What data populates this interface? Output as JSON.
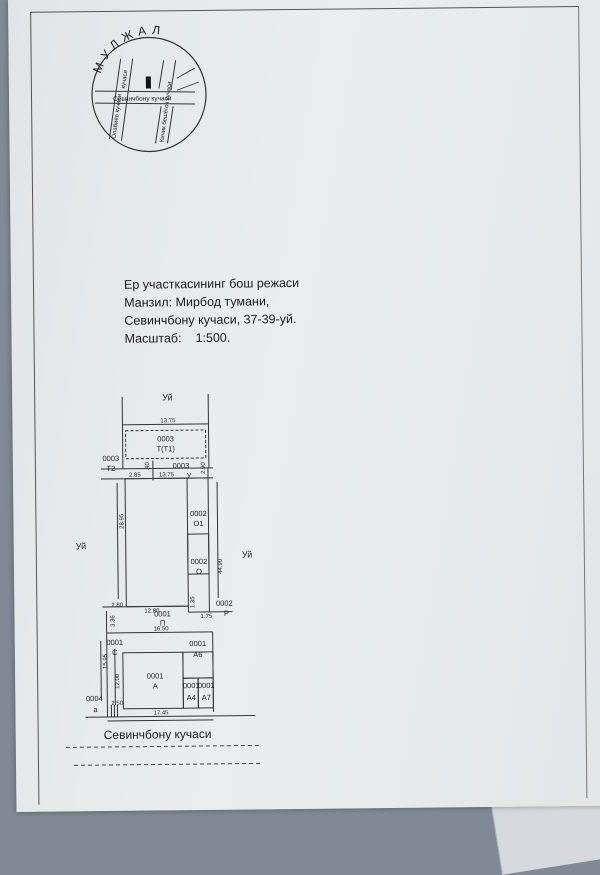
{
  "compass": {
    "title": "МУЛЖАЛ",
    "street_main": "Севинчбону кучаси",
    "street_left_top": "кучаси",
    "street_left_bottom": "Олабиёв кучаси",
    "street_right": "Кичик бешёгоч кучаси"
  },
  "header": {
    "line1": "Ер участкасининг бош режаси",
    "line2": "Манзил: Мирбод тумани,",
    "line3": "Севинчбону кучаси, 37-39-уй.",
    "scale_label": "Масштаб:",
    "scale_value": "1:500."
  },
  "plan": {
    "neighbor_top": "Уй",
    "neighbor_left": "Уй",
    "neighbor_right": "Уй",
    "street_bottom": "Севинчбону кучаси",
    "dims": {
      "top": "13.75",
      "d285": "2.85",
      "d1375": "13.75",
      "d2": ".40",
      "d290": "2.90",
      "d2895": "28.95",
      "d4490": "44.90",
      "d280": "2.80",
      "d1280": "12.80",
      "d135": "1.35",
      "d175": "1.75",
      "d336": "3.36",
      "d1650": "16.50",
      "d1595": "15.95",
      "d1200": "12.00",
      "d250": "2.50",
      "d1745": "17.45"
    },
    "labels": {
      "t1_code": "0003",
      "t1_name": "Т(Т1)",
      "t2_code": "0003",
      "t2_name": "Т2",
      "u_code": "0003",
      "u_name": "У",
      "o1_code": "0002",
      "o1_name": "О1",
      "o_code": "0002",
      "o_name": "О",
      "p_code": "0002",
      "p_name": "Р",
      "pi_code": "0001",
      "pi_name": "П",
      "c_code": "0001",
      "c_name": "С",
      "a6_code": "0001",
      "a6_name": "А6",
      "a_code": "0001",
      "a_name": "А",
      "a4_code": "0001",
      "a4_name": "А4",
      "a7_code": "0001",
      "a7_name": "А7",
      "a_small_code": "0004",
      "a_small_name": "а"
    }
  }
}
